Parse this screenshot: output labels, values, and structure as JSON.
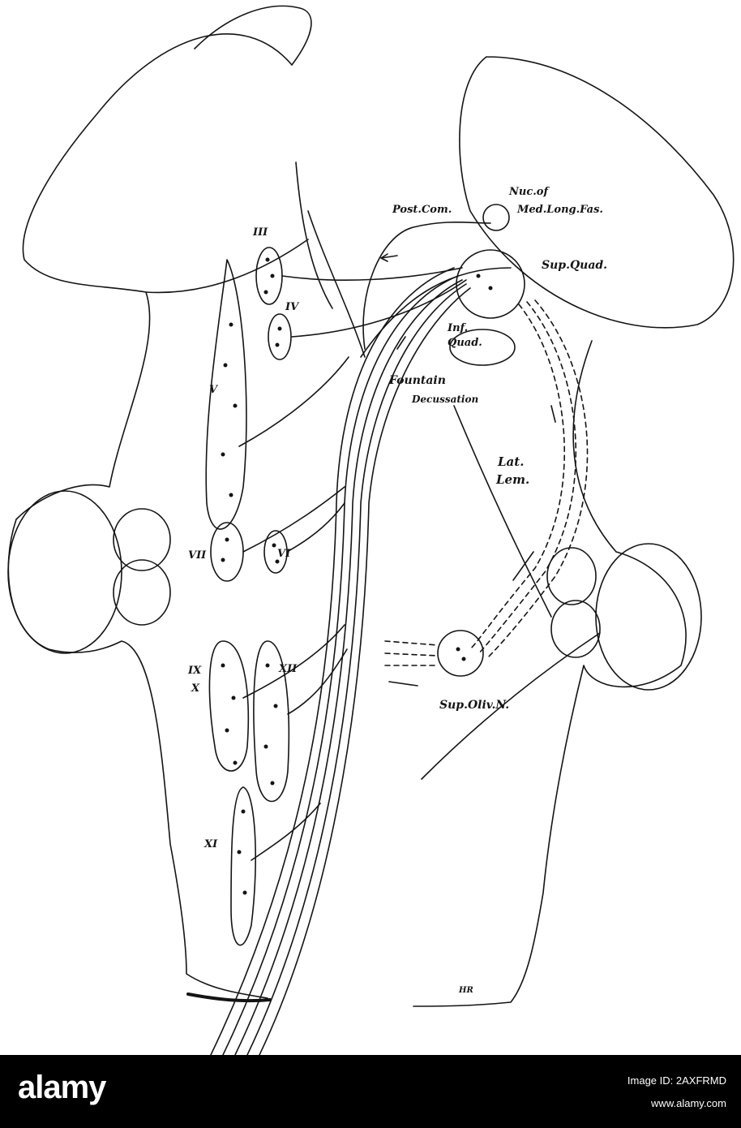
{
  "labels": {
    "post_com": "Post.Com.",
    "nuc_of": "Nuc.of",
    "med_long_fas": "Med.Long.Fas.",
    "sup_quad": "Sup.Quad.",
    "inf": "Inf.",
    "quad": "Quad.",
    "fountain": "Fountain",
    "decussation": "Decussation",
    "lat": "Lat.",
    "lem": "Lem.",
    "sup_oliv_n": "Sup.Oliv.N.",
    "signature": "HR"
  },
  "nuclei": {
    "iii": "III",
    "iv": "IV",
    "v": "V",
    "vi": "VI",
    "vii": "VII",
    "ix": "IX",
    "x": "X",
    "xii": "XII",
    "xi": "XI"
  },
  "footer": {
    "brand": "alamy",
    "image_id": "Image ID: 2AXFRMD",
    "site": "www.alamy.com"
  },
  "colors": {
    "ink": "#141414",
    "background": "#ffffff",
    "footer_bg": "#000000",
    "footer_text": "#ffffff"
  }
}
